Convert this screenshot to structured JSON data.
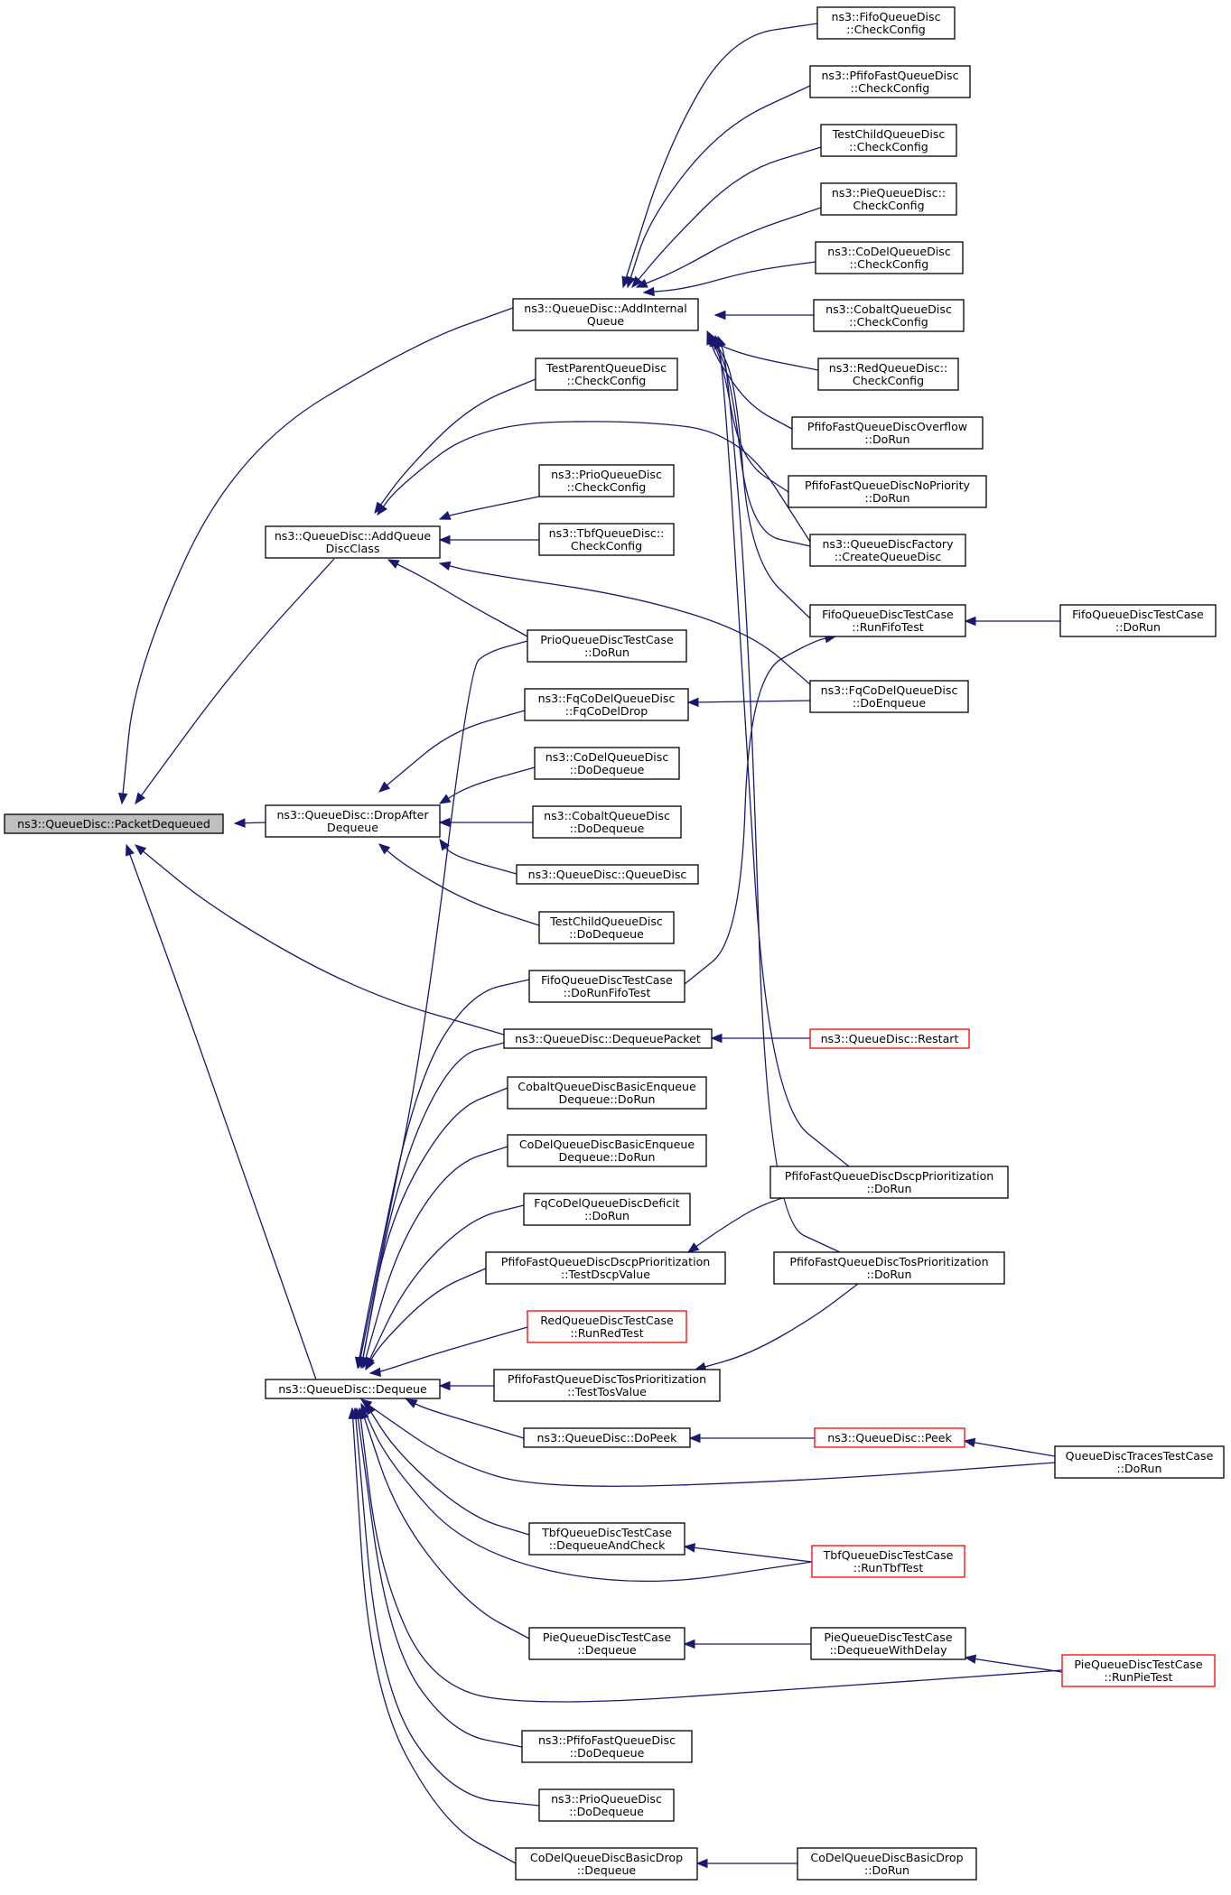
{
  "colors": {
    "edge": "#191970",
    "node_border": "#000000",
    "truncated_border": "#ff0000",
    "focus_fill": "#bfbfbf",
    "node_fill": "#ffffff"
  },
  "nodes": [
    {
      "id": "n0",
      "label": [
        "ns3::QueueDisc::PacketDequeued"
      ],
      "kind": "focus"
    },
    {
      "id": "n1",
      "label": [
        "ns3::QueueDisc::AddInternal",
        "Queue"
      ]
    },
    {
      "id": "n2",
      "label": [
        "ns3::QueueDisc::AddQueue",
        "DiscClass"
      ]
    },
    {
      "id": "n3",
      "label": [
        "ns3::QueueDisc::DropAfter",
        "Dequeue"
      ]
    },
    {
      "id": "n4",
      "label": [
        "ns3::QueueDisc::DequeuePacket"
      ]
    },
    {
      "id": "n5",
      "label": [
        "ns3::QueueDisc::Dequeue"
      ]
    },
    {
      "id": "n6",
      "label": [
        "ns3::FifoQueueDisc",
        "::CheckConfig"
      ]
    },
    {
      "id": "n7",
      "label": [
        "ns3::PfifoFastQueueDisc",
        "::CheckConfig"
      ]
    },
    {
      "id": "n8",
      "label": [
        "TestChildQueueDisc",
        "::CheckConfig"
      ]
    },
    {
      "id": "n9",
      "label": [
        "ns3::PieQueueDisc::",
        "CheckConfig"
      ]
    },
    {
      "id": "n10",
      "label": [
        "ns3::CoDelQueueDisc",
        "::CheckConfig"
      ]
    },
    {
      "id": "n11",
      "label": [
        "ns3::CobaltQueueDisc",
        "::CheckConfig"
      ]
    },
    {
      "id": "n12",
      "label": [
        "ns3::RedQueueDisc::",
        "CheckConfig"
      ]
    },
    {
      "id": "n13",
      "label": [
        "PfifoFastQueueDiscOverflow",
        "::DoRun"
      ]
    },
    {
      "id": "n14",
      "label": [
        "PfifoFastQueueDiscNoPriority",
        "::DoRun"
      ]
    },
    {
      "id": "n15",
      "label": [
        "ns3::QueueDiscFactory",
        "::CreateQueueDisc"
      ]
    },
    {
      "id": "n16",
      "label": [
        "FifoQueueDiscTestCase",
        "::RunFifoTest"
      ]
    },
    {
      "id": "n17",
      "label": [
        "FifoQueueDiscTestCase",
        "::DoRun"
      ]
    },
    {
      "id": "n18",
      "label": [
        "ns3::FqCoDelQueueDisc",
        "::DoEnqueue"
      ]
    },
    {
      "id": "n19",
      "label": [
        "TestParentQueueDisc",
        "::CheckConfig"
      ]
    },
    {
      "id": "n20",
      "label": [
        "ns3::PrioQueueDisc",
        "::CheckConfig"
      ]
    },
    {
      "id": "n21",
      "label": [
        "ns3::TbfQueueDisc::",
        "CheckConfig"
      ]
    },
    {
      "id": "n22",
      "label": [
        "PrioQueueDiscTestCase",
        "::DoRun"
      ]
    },
    {
      "id": "n23",
      "label": [
        "ns3::FqCoDelQueueDisc",
        "::FqCoDelDrop"
      ]
    },
    {
      "id": "n24",
      "label": [
        "ns3::CoDelQueueDisc",
        "::DoDequeue"
      ]
    },
    {
      "id": "n25",
      "label": [
        "ns3::CobaltQueueDisc",
        "::DoDequeue"
      ]
    },
    {
      "id": "n26",
      "label": [
        "ns3::QueueDisc::QueueDisc"
      ]
    },
    {
      "id": "n27",
      "label": [
        "TestChildQueueDisc",
        "::DoDequeue"
      ]
    },
    {
      "id": "n28",
      "label": [
        "FifoQueueDiscTestCase",
        "::DoRunFifoTest"
      ]
    },
    {
      "id": "n29",
      "label": [
        "ns3::QueueDisc::Restart"
      ],
      "kind": "truncated"
    },
    {
      "id": "n30",
      "label": [
        "CobaltQueueDiscBasicEnqueue",
        "Dequeue::DoRun"
      ]
    },
    {
      "id": "n31",
      "label": [
        "CoDelQueueDiscBasicEnqueue",
        "Dequeue::DoRun"
      ]
    },
    {
      "id": "n32",
      "label": [
        "FqCoDelQueueDiscDeficit",
        "::DoRun"
      ]
    },
    {
      "id": "n33",
      "label": [
        "PfifoFastQueueDiscDscpPrioritization",
        "::TestDscpValue"
      ]
    },
    {
      "id": "n34",
      "label": [
        "PfifoFastQueueDiscDscpPrioritization",
        "::DoRun"
      ]
    },
    {
      "id": "n35",
      "label": [
        "PfifoFastQueueDiscTosPrioritization",
        "::DoRun"
      ]
    },
    {
      "id": "n36",
      "label": [
        "RedQueueDiscTestCase",
        "::RunRedTest"
      ],
      "kind": "truncated"
    },
    {
      "id": "n37",
      "label": [
        "PfifoFastQueueDiscTosPrioritization",
        "::TestTosValue"
      ]
    },
    {
      "id": "n38",
      "label": [
        "ns3::QueueDisc::DoPeek"
      ]
    },
    {
      "id": "n39",
      "label": [
        "ns3::QueueDisc::Peek"
      ],
      "kind": "truncated"
    },
    {
      "id": "n40",
      "label": [
        "QueueDiscTracesTestCase",
        "::DoRun"
      ]
    },
    {
      "id": "n41",
      "label": [
        "TbfQueueDiscTestCase",
        "::DequeueAndCheck"
      ]
    },
    {
      "id": "n42",
      "label": [
        "TbfQueueDiscTestCase",
        "::RunTbfTest"
      ],
      "kind": "truncated"
    },
    {
      "id": "n43",
      "label": [
        "PieQueueDiscTestCase",
        "::Dequeue"
      ]
    },
    {
      "id": "n44",
      "label": [
        "PieQueueDiscTestCase",
        "::DequeueWithDelay"
      ]
    },
    {
      "id": "n45",
      "label": [
        "PieQueueDiscTestCase",
        "::RunPieTest"
      ],
      "kind": "truncated"
    },
    {
      "id": "n46",
      "label": [
        "ns3::PfifoFastQueueDisc",
        "::DoDequeue"
      ]
    },
    {
      "id": "n47",
      "label": [
        "ns3::PrioQueueDisc",
        "::DoDequeue"
      ]
    },
    {
      "id": "n48",
      "label": [
        "CoDelQueueDiscBasicDrop",
        "::Dequeue"
      ]
    },
    {
      "id": "n49",
      "label": [
        "CoDelQueueDiscBasicDrop",
        "::DoRun"
      ]
    }
  ],
  "edges": [
    {
      "from": "n1",
      "to": "n0"
    },
    {
      "from": "n2",
      "to": "n0"
    },
    {
      "from": "n3",
      "to": "n0"
    },
    {
      "from": "n4",
      "to": "n0"
    },
    {
      "from": "n5",
      "to": "n0"
    },
    {
      "from": "n6",
      "to": "n1"
    },
    {
      "from": "n7",
      "to": "n1"
    },
    {
      "from": "n8",
      "to": "n1"
    },
    {
      "from": "n9",
      "to": "n1"
    },
    {
      "from": "n10",
      "to": "n1"
    },
    {
      "from": "n11",
      "to": "n1"
    },
    {
      "from": "n12",
      "to": "n1"
    },
    {
      "from": "n13",
      "to": "n1"
    },
    {
      "from": "n14",
      "to": "n1"
    },
    {
      "from": "n15",
      "to": "n1"
    },
    {
      "from": "n16",
      "to": "n1"
    },
    {
      "from": "n34",
      "to": "n1"
    },
    {
      "from": "n35",
      "to": "n1"
    },
    {
      "from": "n19",
      "to": "n2"
    },
    {
      "from": "n15",
      "to": "n2"
    },
    {
      "from": "n20",
      "to": "n2"
    },
    {
      "from": "n21",
      "to": "n2"
    },
    {
      "from": "n22",
      "to": "n2"
    },
    {
      "from": "n18",
      "to": "n2"
    },
    {
      "from": "n17",
      "to": "n16"
    },
    {
      "from": "n28",
      "to": "n16"
    },
    {
      "from": "n23",
      "to": "n3"
    },
    {
      "from": "n24",
      "to": "n3"
    },
    {
      "from": "n25",
      "to": "n3"
    },
    {
      "from": "n26",
      "to": "n3"
    },
    {
      "from": "n27",
      "to": "n3"
    },
    {
      "from": "n18",
      "to": "n23"
    },
    {
      "from": "n29",
      "to": "n4"
    },
    {
      "from": "n22",
      "to": "n5"
    },
    {
      "from": "n28",
      "to": "n5"
    },
    {
      "from": "n4",
      "to": "n5"
    },
    {
      "from": "n30",
      "to": "n5"
    },
    {
      "from": "n31",
      "to": "n5"
    },
    {
      "from": "n32",
      "to": "n5"
    },
    {
      "from": "n33",
      "to": "n5"
    },
    {
      "from": "n36",
      "to": "n5"
    },
    {
      "from": "n37",
      "to": "n5"
    },
    {
      "from": "n38",
      "to": "n5"
    },
    {
      "from": "n40",
      "to": "n5"
    },
    {
      "from": "n41",
      "to": "n5"
    },
    {
      "from": "n42",
      "to": "n5"
    },
    {
      "from": "n43",
      "to": "n5"
    },
    {
      "from": "n45",
      "to": "n5"
    },
    {
      "from": "n46",
      "to": "n5"
    },
    {
      "from": "n47",
      "to": "n5"
    },
    {
      "from": "n48",
      "to": "n5"
    },
    {
      "from": "n34",
      "to": "n33"
    },
    {
      "from": "n35",
      "to": "n37"
    },
    {
      "from": "n39",
      "to": "n38"
    },
    {
      "from": "n40",
      "to": "n39"
    },
    {
      "from": "n42",
      "to": "n41"
    },
    {
      "from": "n44",
      "to": "n43"
    },
    {
      "from": "n45",
      "to": "n44"
    },
    {
      "from": "n49",
      "to": "n48"
    }
  ]
}
